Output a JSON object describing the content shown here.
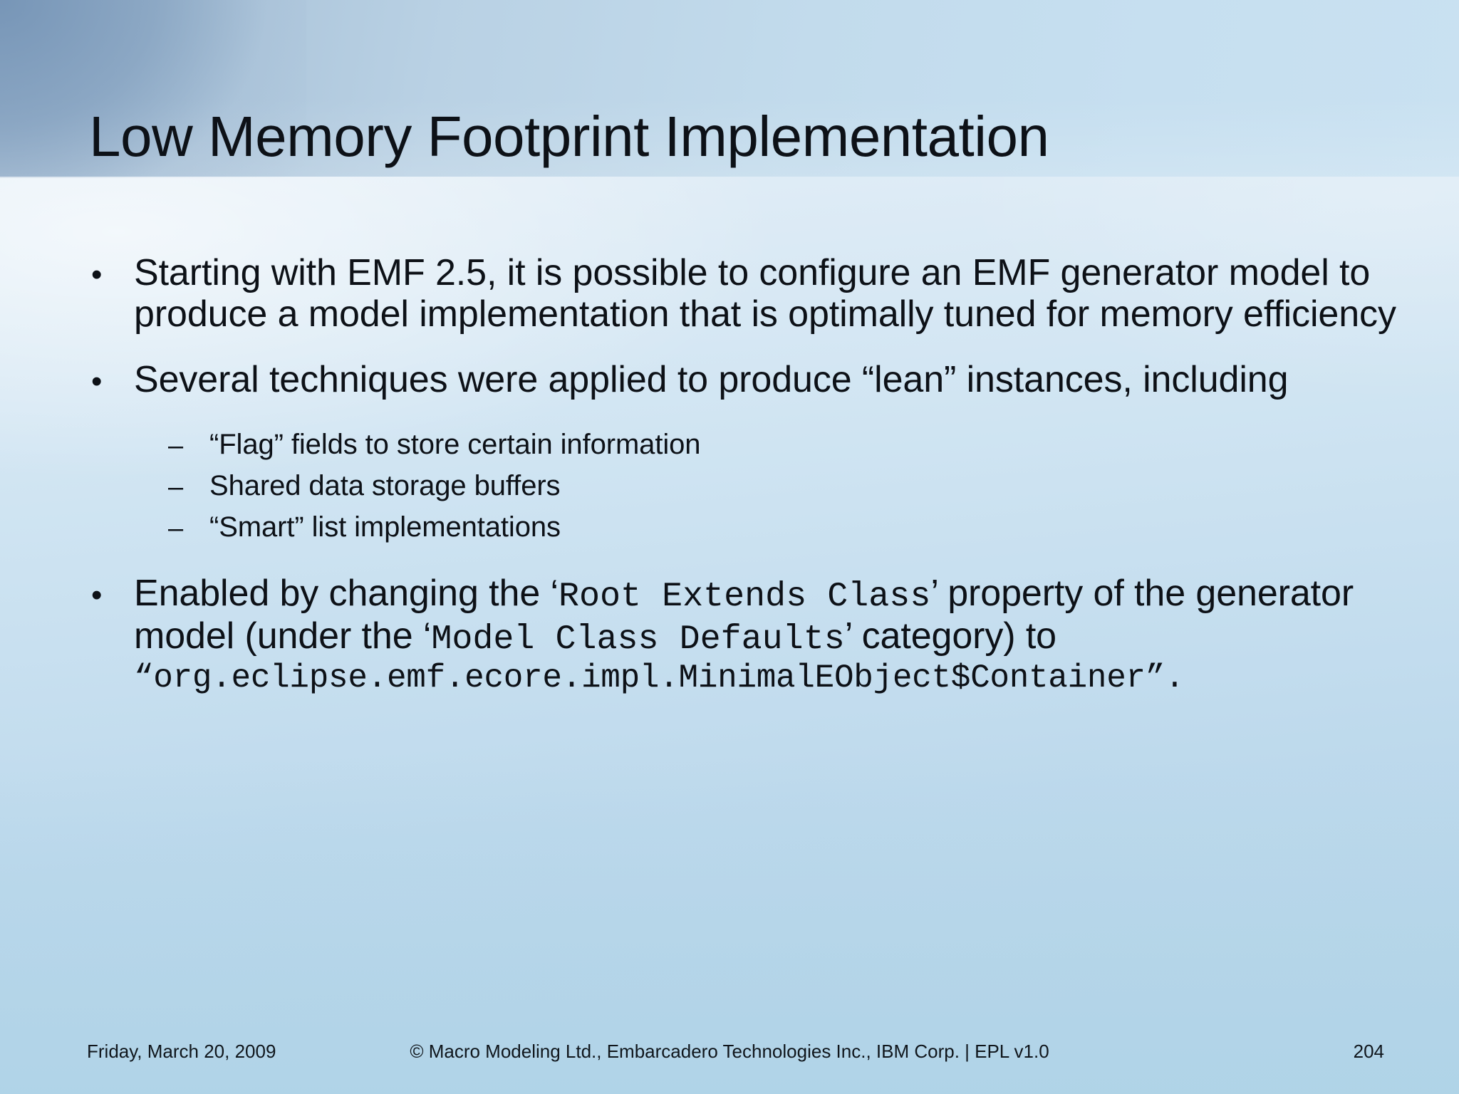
{
  "slide": {
    "title": "Low Memory Footprint Implementation",
    "page_number": "204",
    "theme": {
      "title_band_color": "#b9d1e4",
      "body_background_color": "#cfe4f2",
      "text_color": "#0d1117",
      "accent_corner_color": "#7493b5"
    }
  },
  "bullets": [
    {
      "level": 1,
      "marker": "•",
      "text": "Starting with EMF 2.5, it is possible to configure an EMF generator model to produce a model implementation that is optimally tuned for memory efficiency"
    },
    {
      "level": 1,
      "marker": "•",
      "text": "Several techniques were applied to produce “lean” instances, including"
    },
    {
      "level": 2,
      "marker": "–",
      "text": "“Flag” fields to store certain information"
    },
    {
      "level": 2,
      "marker": "–",
      "text": "Shared data storage buffers"
    },
    {
      "level": 2,
      "marker": "–",
      "text": "“Smart” list implementations"
    }
  ],
  "final_bullet": {
    "level": 1,
    "marker": "•",
    "part1": "Enabled by changing the ‘",
    "code1": "Root Extends Class",
    "part2": "’ property of the generator model (under the ‘",
    "code2": "Model Class Defaults",
    "part3": "’ category) to",
    "code_line": "“org.eclipse.emf.ecore.impl.MinimalEObject$Container”."
  },
  "footer": {
    "date": "Friday, March 20, 2009",
    "copyright": "© Macro Modeling Ltd., Embarcadero Technologies Inc., IBM Corp. | EPL v1.0",
    "page": "204"
  }
}
